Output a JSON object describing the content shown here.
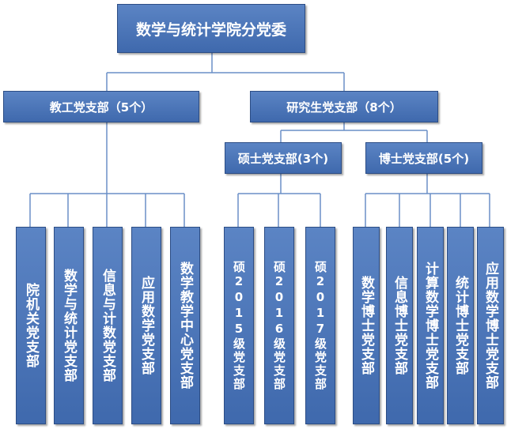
{
  "root": {
    "label": "数学与统计学院分党委"
  },
  "branches": {
    "faculty": {
      "label": "教工党支部（5个）"
    },
    "graduate": {
      "label": "研究生党支部（8个）"
    },
    "master": {
      "label": "硕士党支部(3个)"
    },
    "phd": {
      "label": "博士党支部(5个)"
    }
  },
  "units": {
    "faculty": [
      "院机关党支部",
      "数学与统计党支部",
      "信息与计数党支部",
      "应用数学党支部",
      "数学教学中心党支部"
    ],
    "master": [
      "硕2015级党支部",
      "硕2016级党支部",
      "硕2017级党支部"
    ],
    "phd": [
      "数学博士党支部",
      "信息博士党支部",
      "计算数学博士党支部",
      "统计博士党支部",
      "应用数学博士党支部"
    ]
  },
  "colors": {
    "box": "#4a74b8",
    "border": "#2c4d85",
    "line": "#6a8fc7"
  }
}
